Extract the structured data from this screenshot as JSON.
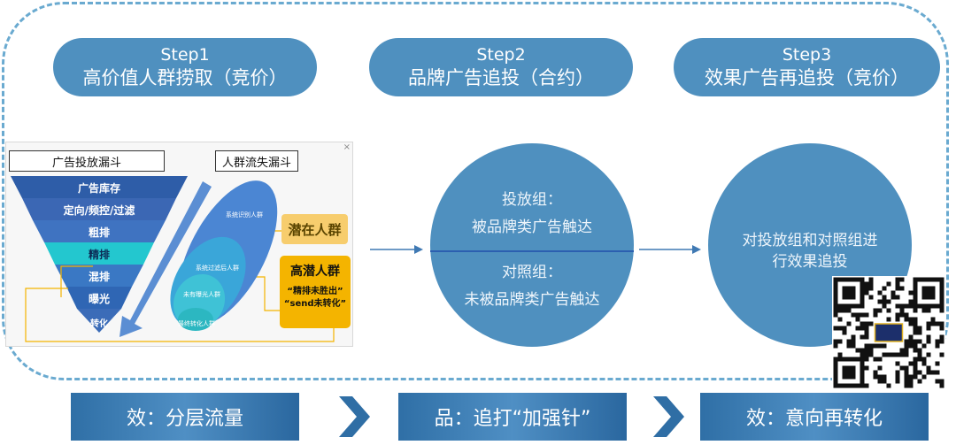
{
  "steps": [
    {
      "title": "Step1",
      "subtitle": "高价值人群捞取（竞价）"
    },
    {
      "title": "Step2",
      "subtitle": "品牌广告追投（合约）"
    },
    {
      "title": "Step3",
      "subtitle": "效果广告再追投（竞价）"
    }
  ],
  "funnel": {
    "left_title": "广告投放漏斗",
    "right_title": "人群流失漏斗",
    "layers": [
      "广告库存",
      "定向/频控/过滤",
      "粗排",
      "精排",
      "混排",
      "曝光",
      "转化"
    ],
    "oval_labels": [
      "系统识别人群",
      "系统过滤后人群",
      "未有曝光人群",
      "最终转化人群"
    ],
    "potential_tag": "潜在人群",
    "high_potential": {
      "title": "高潜人群",
      "line1": "“精排未胜出”",
      "line2": "“send未转化”"
    }
  },
  "circle2": {
    "group1_label": "投放组：",
    "group1_desc": "被品牌类广告触达",
    "group2_label": "对照组：",
    "group2_desc": "未被品牌类广告触达"
  },
  "circle3": {
    "line1": "对投放组和对照组进",
    "line2": "行效果追投"
  },
  "bottom": [
    "效：分层流量",
    "品：追打“加强针”",
    "效：意向再转化"
  ],
  "colors": {
    "pill": "#4f90bf",
    "circle": "#4f90bf",
    "frame": "#6aaad0",
    "arrow": "#3f79b3"
  }
}
